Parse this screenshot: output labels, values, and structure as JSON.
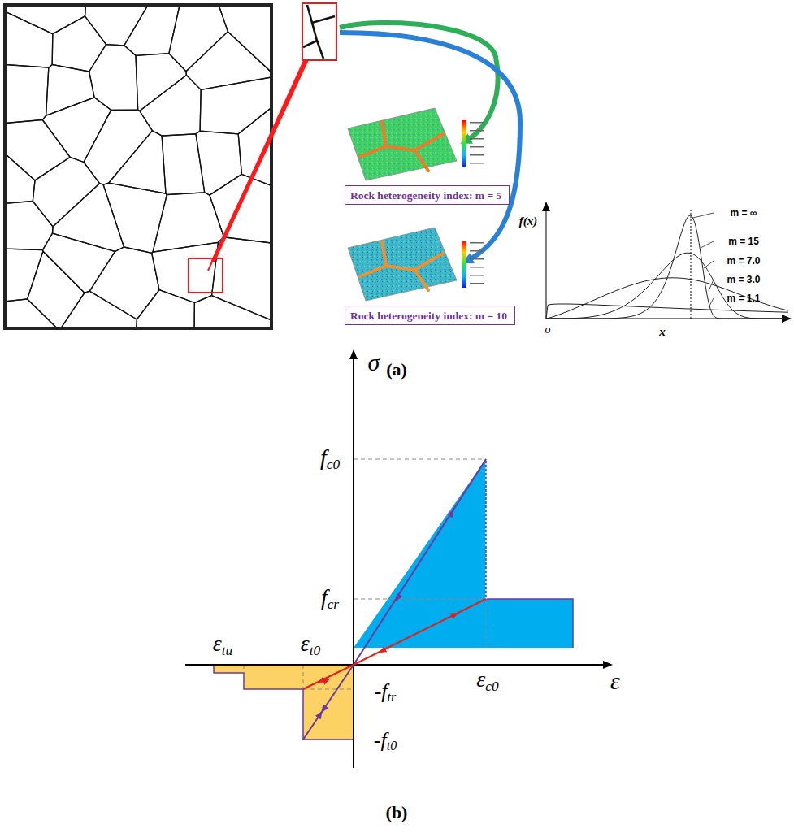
{
  "diagram": {
    "nodes": [
      {
        "text": [
          "Rock heterogeneity index: m = 5"
        ]
      },
      {
        "text": [
          "Rock heterogeneity index: m = 10"
        ]
      }
    ],
    "edges": [],
    "labels": [
      "m = ∞",
      "m = 15",
      "m = 7.0",
      "m = 3.0",
      "m = 1.1",
      "f(x)",
      "x",
      "o",
      "(a)",
      "σ",
      "fc0",
      "fcr",
      "εc0",
      "ε",
      "εtu",
      "εt0",
      "-ftr",
      "-ft0",
      "(b)"
    ]
  }
}
